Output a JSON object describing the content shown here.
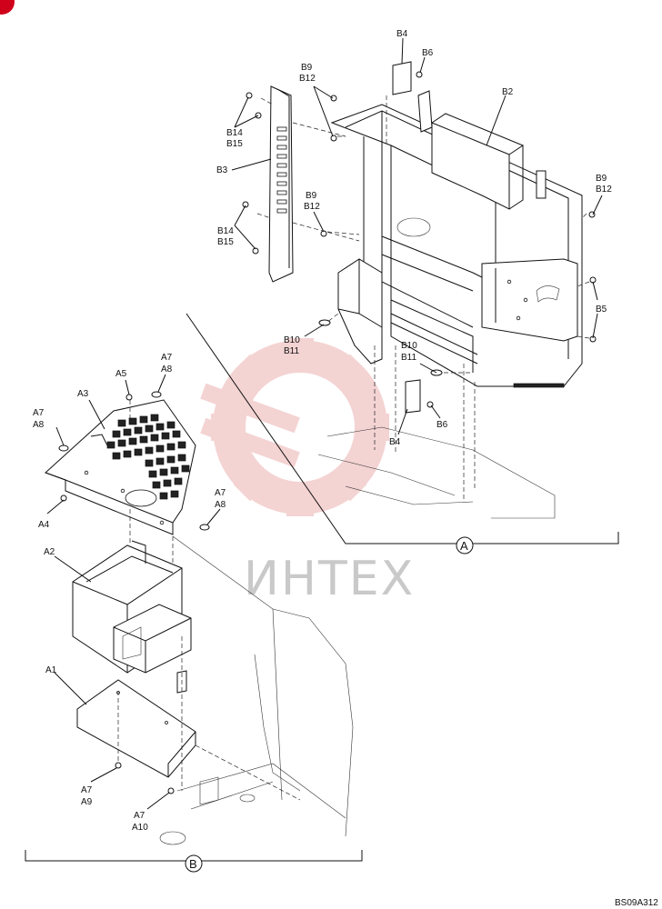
{
  "labels": {
    "B4_top": "B4",
    "B6_top": "B6",
    "B9_top": "B9",
    "B12_top": "B12",
    "B2": "B2",
    "B14_a": "B14",
    "B15_a": "B15",
    "B3": "B3",
    "B9_mid": "B9",
    "B12_mid": "B12",
    "B9_right": "B9",
    "B12_right": "B12",
    "B14_b": "B14",
    "B15_b": "B15",
    "B5": "B5",
    "B10_a": "B10",
    "B11_a": "B11",
    "B10_b": "B10",
    "B11_b": "B11",
    "B6_bottom": "B6",
    "B4_bottom": "B4",
    "A7_a": "A7",
    "A8_a": "A8",
    "A5": "A5",
    "A3": "A3",
    "A7_b": "A7",
    "A8_b": "A8",
    "A4": "A4",
    "A7_c": "A7",
    "A8_c": "A8",
    "A2": "A2",
    "A1": "A1",
    "A7_d": "A7",
    "A9": "A9",
    "A7_e": "A7",
    "A10": "A10"
  },
  "detail_markers": {
    "A": "A",
    "B": "B"
  },
  "watermark": "ИНТЕХ",
  "drawing_code": "BS09A312",
  "colors": {
    "line": "#111111",
    "watermark": "#e8a0a0",
    "corner_mark": "#d0021b"
  }
}
